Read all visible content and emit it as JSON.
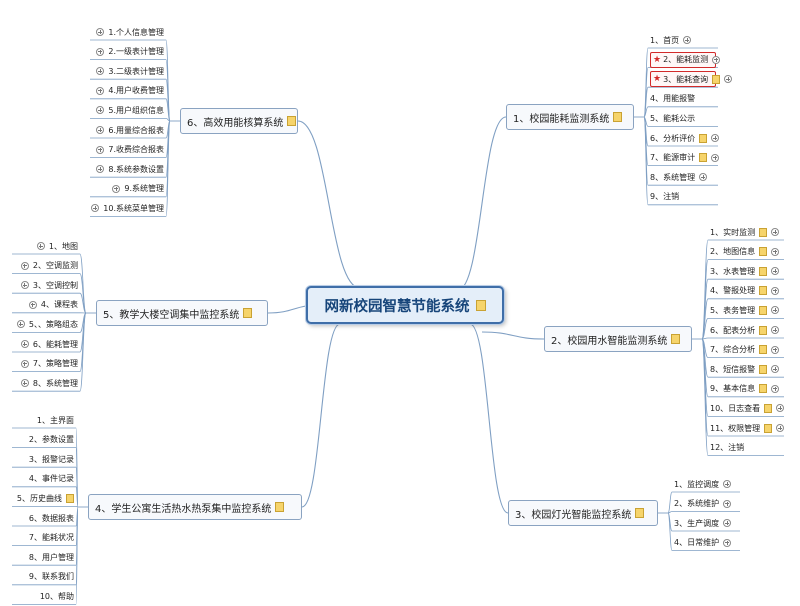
{
  "center": {
    "title": "网新校园智慧节能系统"
  },
  "branches": [
    {
      "id": "b1",
      "label": "1、校园能耗监测系统",
      "items": [
        {
          "label": "1、首页"
        },
        {
          "label": "2、能耗监测",
          "highlight": true
        },
        {
          "label": "3、能耗查询",
          "highlight": true
        },
        {
          "label": "4、用能报警"
        },
        {
          "label": "5、能耗公示"
        },
        {
          "label": "6、分析评价"
        },
        {
          "label": "7、能源审计"
        },
        {
          "label": "8、系统管理"
        },
        {
          "label": "9、注销"
        }
      ]
    },
    {
      "id": "b2",
      "label": "2、校园用水智能监测系统",
      "items": [
        {
          "label": "1、实时监测"
        },
        {
          "label": "2、地图信息"
        },
        {
          "label": "3、水表管理"
        },
        {
          "label": "4、警报处理"
        },
        {
          "label": "5、表务管理"
        },
        {
          "label": "6、配表分析"
        },
        {
          "label": "7、综合分析"
        },
        {
          "label": "8、短信报警"
        },
        {
          "label": "9、基本信息"
        },
        {
          "label": "10、日志查看"
        },
        {
          "label": "11、权限管理"
        },
        {
          "label": "12、注销"
        }
      ]
    },
    {
      "id": "b3",
      "label": "3、校园灯光智能监控系统",
      "items": [
        {
          "label": "1、监控调度"
        },
        {
          "label": "2、系统维护"
        },
        {
          "label": "3、生产调度"
        },
        {
          "label": "4、日常维护"
        }
      ]
    },
    {
      "id": "b4",
      "label": "4、学生公寓生活热水热泵集中监控系统",
      "items": [
        {
          "label": "1、主界面"
        },
        {
          "label": "2、参数设置"
        },
        {
          "label": "3、报警记录"
        },
        {
          "label": "4、事件记录"
        },
        {
          "label": "5、历史曲线"
        },
        {
          "label": "6、数据报表"
        },
        {
          "label": "7、能耗状况"
        },
        {
          "label": "8、用户管理"
        },
        {
          "label": "9、联系我们"
        },
        {
          "label": "10、帮助"
        }
      ]
    },
    {
      "id": "b5",
      "label": "5、教学大楼空调集中监控系统",
      "items": [
        {
          "label": "1、地图"
        },
        {
          "label": "2、空调监测"
        },
        {
          "label": "3、空调控制"
        },
        {
          "label": "4、课程表"
        },
        {
          "label": "5、、策略组态"
        },
        {
          "label": "6、能耗管理"
        },
        {
          "label": "7、策略管理"
        },
        {
          "label": "8、系统管理"
        }
      ]
    },
    {
      "id": "b6",
      "label": "6、高效用能核算系统",
      "items": [
        {
          "label": "1.个人信息管理"
        },
        {
          "label": "2.一级表计管理"
        },
        {
          "label": "3.二级表计管理"
        },
        {
          "label": "4.用户收费管理"
        },
        {
          "label": "5.用户组织信息"
        },
        {
          "label": "6.用量综合报表"
        },
        {
          "label": "7.收费综合报表"
        },
        {
          "label": "8.系统参数设置"
        },
        {
          "label": "9.系统管理"
        },
        {
          "label": "10.系统菜单管理"
        }
      ]
    }
  ]
}
